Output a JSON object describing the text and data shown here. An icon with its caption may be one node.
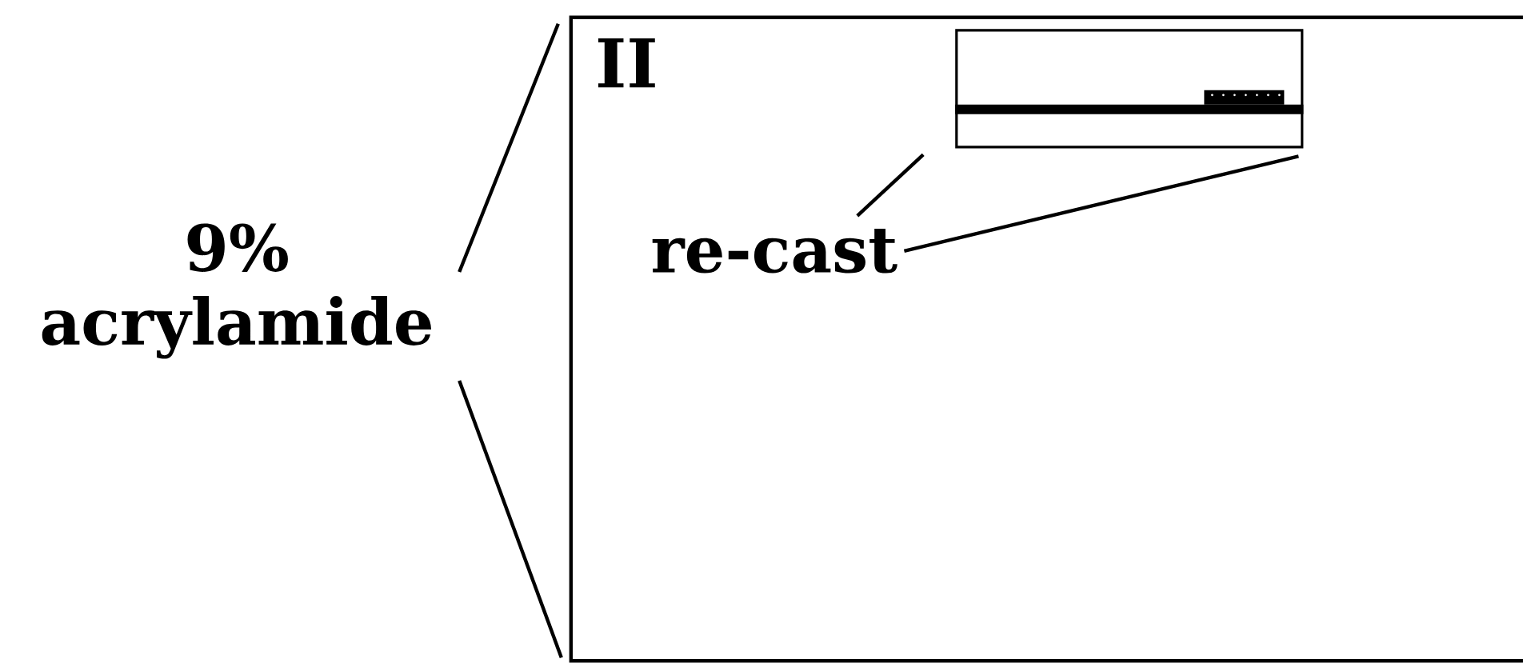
{
  "diagram": {
    "nodes": [
      {
        "text": [
          "II"
        ]
      },
      {
        "text": [],
        "shape": "box",
        "in": 0
      },
      {
        "text": [
          "re-cast"
        ],
        "in": 0
      },
      {
        "text": [
          "9% acrylamide"
        ]
      }
    ],
    "edges": [
      {
        "from": 2,
        "to": 1,
        "arrow": "none"
      },
      {
        "from": 2,
        "to": 1,
        "arrow": "none"
      },
      {
        "from": 3,
        "to": 0,
        "arrow": "none"
      },
      {
        "from": 3,
        "to": 0,
        "arrow": "none"
      }
    ]
  }
}
